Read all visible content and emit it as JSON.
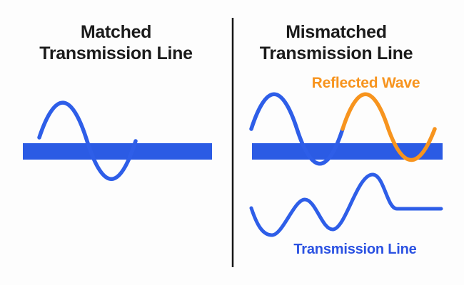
{
  "left_panel": {
    "title_line1": "Matched",
    "title_line2": "Transmission Line"
  },
  "right_panel": {
    "title_line1": "Mismatched",
    "title_line2": "Transmission Line",
    "reflected_wave_label": "Reflected Wave",
    "transmission_line_label": "Transmission Line"
  },
  "colors": {
    "wave_blue": "#2e5ee8",
    "bar_blue": "#2b5be4",
    "reflected_orange": "#f7941e",
    "label_blue": "#2b52e2",
    "title_text": "#1b1b1b",
    "divider": "#161616",
    "background": "#fdfdfd"
  }
}
